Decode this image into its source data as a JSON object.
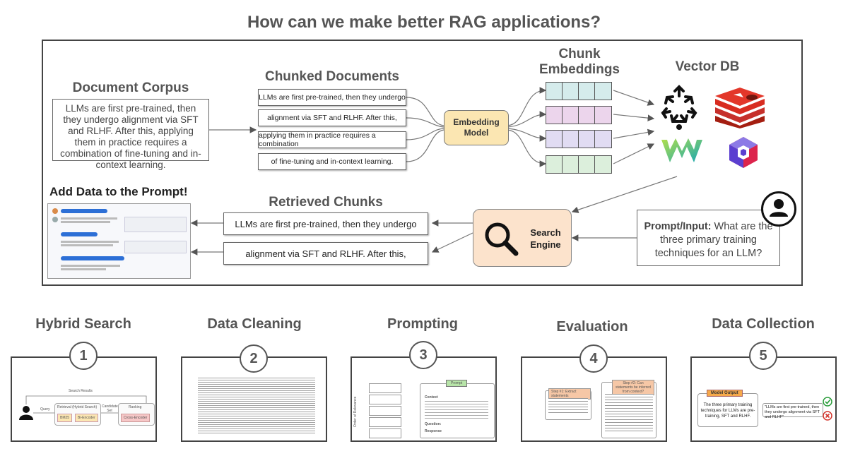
{
  "title": "How can we make better RAG applications?",
  "corpus": {
    "heading": "Document Corpus",
    "text": "LLMs are first pre-trained, then they undergo alignment via SFT and RLHF. After this, applying them in practice requires a combination of fine-tuning and in-context learning."
  },
  "chunked": {
    "heading": "Chunked Documents",
    "chunks": [
      "LLMs are first pre-trained, then they undergo",
      "alignment via SFT and RLHF. After this,",
      "applying them in practice requires a combination",
      "of fine-tuning and in-context learning."
    ]
  },
  "embedding_model": {
    "line1": "Embedding",
    "line2": "Model"
  },
  "chunk_embeddings": {
    "heading_line1": "Chunk",
    "heading_line2": "Embeddings",
    "colors": [
      "#d5ecec",
      "#ecd5ec",
      "#e1dcf3",
      "#dcefdc"
    ]
  },
  "vector_db": {
    "heading": "Vector DB"
  },
  "retrieved": {
    "heading": "Retrieved Chunks",
    "chunks": [
      "LLMs are first pre-trained, then they undergo",
      "alignment via SFT and RLHF. After this,"
    ]
  },
  "search_engine": {
    "line1": "Search",
    "line2": "Engine"
  },
  "prompt_input": {
    "label": "Prompt/Input:",
    "text": "What are the three primary training techniques for an LLM?"
  },
  "add_data": {
    "heading": "Add Data to the Prompt!"
  },
  "steps": [
    {
      "num": "1",
      "title": "Hybrid Search"
    },
    {
      "num": "2",
      "title": "Data Cleaning"
    },
    {
      "num": "3",
      "title": "Prompting"
    },
    {
      "num": "4",
      "title": "Evaluation"
    },
    {
      "num": "5",
      "title": "Data Collection"
    }
  ],
  "hybrid_panel": {
    "search_results": "Search Results",
    "query": "Query",
    "retrieval": "Retrieval (Hybrid Search)",
    "bm25": "BM25",
    "bi_encoder": "Bi-Encoder",
    "candidate_set": "Candidate Set",
    "ranking": "Ranking",
    "cross_encoder": "Cross-Encoder"
  },
  "prompting_panel": {
    "prompt_label": "Prompt",
    "order_label": "Order of Relevance",
    "context": "Context",
    "question": "Question:",
    "response": "Response"
  },
  "evaluation_panel": {
    "step1": "Step #1: Extract statements",
    "step2": "Step #2: Can statements be inferred from context?"
  },
  "collection_panel": {
    "model_output": "Model Output",
    "output_text": "The three primary training techniques for LLMs are pre-training, SFT and RLHF.",
    "quote": "\"LLMs are first pre-trained, then they undergo alignment via SFT and RLHF\""
  }
}
